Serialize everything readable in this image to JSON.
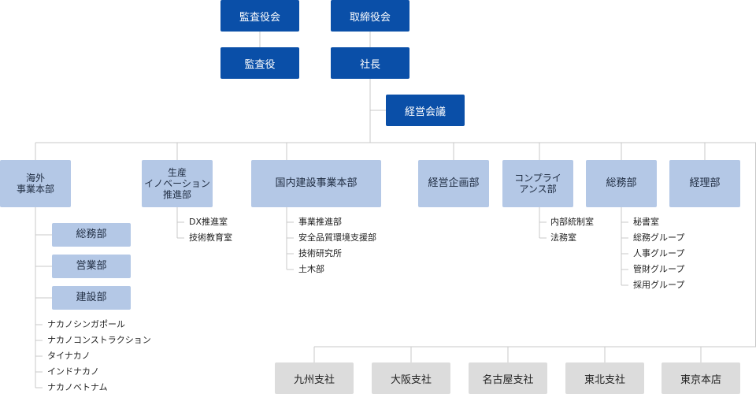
{
  "top": {
    "audit_board": "監査役会",
    "board_of_directors": "取締役会",
    "auditor": "監査役",
    "president": "社長",
    "management_meeting": "経営会議"
  },
  "divisions": {
    "overseas": {
      "label": "海外\n事業本部",
      "subunits": [
        "総務部",
        "営業部",
        "建設部"
      ],
      "branches": [
        "ナカノシンガポール",
        "ナカノコンストラクション",
        "タイナカノ",
        "インドナカノ",
        "ナカノベトナム"
      ]
    },
    "production": {
      "label": "生産\nイノベーション\n推進部",
      "items": [
        "DX推進室",
        "技術教育室"
      ]
    },
    "domestic": {
      "label": "国内建設事業本部",
      "items": [
        "事業推進部",
        "安全品質環境支援部",
        "技術研究所",
        "土木部"
      ]
    },
    "planning": {
      "label": "経営企画部"
    },
    "compliance": {
      "label": "コンプライ\nアンス部",
      "items": [
        "内部統制室",
        "法務室"
      ]
    },
    "general_affairs": {
      "label": "総務部",
      "items": [
        "秘書室",
        "総務グループ",
        "人事グループ",
        "管財グループ",
        "採用グループ"
      ]
    },
    "accounting": {
      "label": "経理部"
    }
  },
  "branch_offices": [
    "九州支社",
    "大阪支社",
    "名古屋支社",
    "東北支社",
    "東京本店"
  ],
  "colors": {
    "executive": "#0a4fa8",
    "department": "#b4c8e6",
    "branch": "#dcdcdc",
    "line": "#c8c8c8"
  }
}
